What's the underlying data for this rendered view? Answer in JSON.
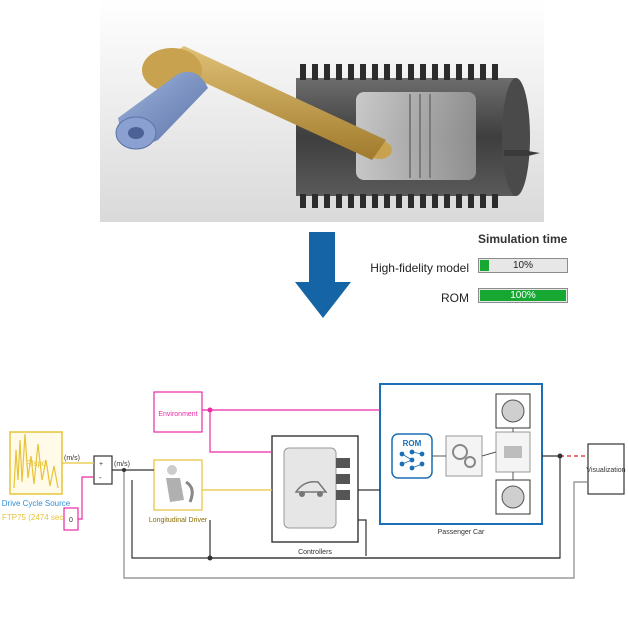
{
  "simulation": {
    "title": "Simulation time",
    "rows": [
      {
        "label": "High-fidelity model",
        "value_text": "10%",
        "progress": 0.1,
        "bar_color": "#16a832"
      },
      {
        "label": "ROM",
        "value_text": "100%",
        "progress": 1.0,
        "bar_color": "#16a832"
      }
    ]
  },
  "arrow": {
    "icon": "down-arrow-icon",
    "color": "#1565a6"
  },
  "diagram": {
    "drive_cycle": {
      "label": "Drive Cycle Source",
      "sublabel": "FTP75 (2474 secs)",
      "plot_text": "Rlspd",
      "unit": "(m/s)",
      "const_value": "0"
    },
    "sum_unit": "(m/s)",
    "sum_signs": [
      "+",
      "-"
    ],
    "environment": "Environment",
    "longitudinal_driver": "Longitudinal Driver",
    "controllers": "Controllers",
    "passenger_car": "Passenger Car",
    "rom": "ROM",
    "visualization": "Visualization",
    "colors": {
      "accent": "#1a6fb5",
      "magenta": "#ec2aa5",
      "yellow": "#e8c339",
      "driveblue": "#2f8fd8",
      "red": "#e02020"
    }
  }
}
